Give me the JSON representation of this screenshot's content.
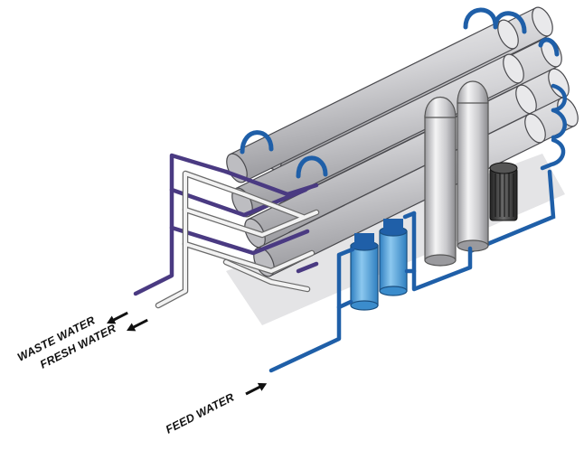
{
  "labels": {
    "waste": "WASTE WATER",
    "fresh": "FRESH WATER",
    "feed": "FEED WATER"
  },
  "colors": {
    "waste_pipe": "#4a3a82",
    "fresh_pipe": "#e6e6e6",
    "feed_pipe": "#1f5fa8",
    "membrane_tube": "#d9d9dc",
    "cartridge_filter": "#5aa6dc",
    "motor": "#3a3a3a"
  },
  "icons": [
    "arrow-left-icon",
    "arrow-right-icon"
  ]
}
